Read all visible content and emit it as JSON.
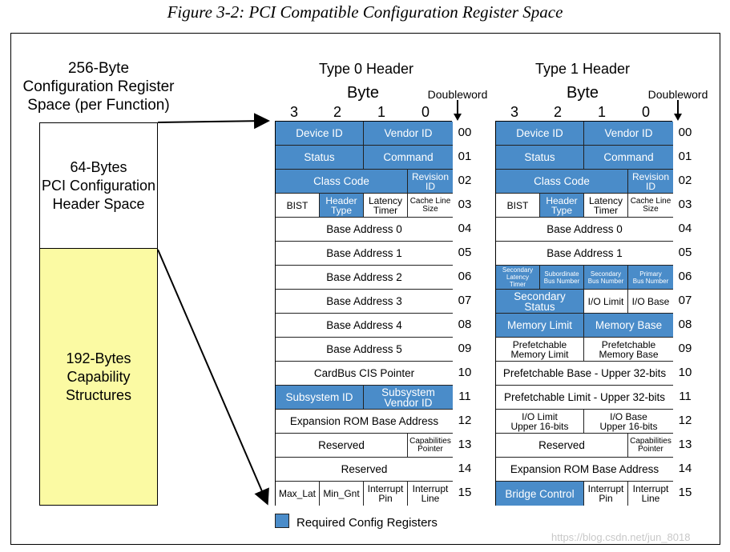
{
  "caption": "Figure 3-2: PCI Compatible Configuration Register Space",
  "left_title": "256-Byte\nConfiguration Register\nSpace (per Function)",
  "left_header_box": "64-Bytes\nPCI Configuration\nHeader Space",
  "left_cap_box": "192-Bytes\nCapability\nStructures",
  "colors": {
    "required": "#4a8cc9",
    "capability": "#fbfaa3"
  },
  "byte_label": "Byte",
  "dw_label": "Doubleword",
  "byte_nums": [
    "3",
    "2",
    "1",
    "0"
  ],
  "dw_nums": [
    "00",
    "01",
    "02",
    "03",
    "04",
    "05",
    "06",
    "07",
    "08",
    "09",
    "10",
    "11",
    "12",
    "13",
    "14",
    "15"
  ],
  "type0": {
    "title": "Type 0 Header",
    "rows": [
      [
        {
          "t": "Device ID",
          "s": 2,
          "r": 1
        },
        {
          "t": "Vendor ID",
          "s": 2,
          "r": 1
        }
      ],
      [
        {
          "t": "Status",
          "s": 2,
          "r": 1
        },
        {
          "t": "Command",
          "s": 2,
          "r": 1
        }
      ],
      [
        {
          "t": "Class Code",
          "s": 3,
          "r": 1
        },
        {
          "t": "Revision\nID",
          "s": 1,
          "r": 1,
          "c": "sm"
        }
      ],
      [
        {
          "t": "BIST",
          "s": 1,
          "c": "sm"
        },
        {
          "t": "Header\nType",
          "s": 1,
          "r": 1,
          "c": "sm"
        },
        {
          "t": "Latency\nTimer",
          "s": 1,
          "c": "sm"
        },
        {
          "t": "Cache Line\nSize",
          "s": 1,
          "c": "xs"
        }
      ],
      [
        {
          "t": "Base Address 0",
          "s": 4
        }
      ],
      [
        {
          "t": "Base Address 1",
          "s": 4
        }
      ],
      [
        {
          "t": "Base Address 2",
          "s": 4
        }
      ],
      [
        {
          "t": "Base Address 3",
          "s": 4
        }
      ],
      [
        {
          "t": "Base Address 4",
          "s": 4
        }
      ],
      [
        {
          "t": "Base Address 5",
          "s": 4
        }
      ],
      [
        {
          "t": "CardBus CIS Pointer",
          "s": 4
        }
      ],
      [
        {
          "t": "Subsystem ID",
          "s": 2,
          "r": 1
        },
        {
          "t": "Subsystem\nVendor ID",
          "s": 2,
          "r": 1
        }
      ],
      [
        {
          "t": "Expansion ROM Base Address",
          "s": 4
        }
      ],
      [
        {
          "t": "Reserved",
          "s": 3
        },
        {
          "t": "Capabilities\nPointer",
          "s": 1,
          "c": "xs"
        }
      ],
      [
        {
          "t": "Reserved",
          "s": 4
        }
      ],
      [
        {
          "t": "Max_Lat",
          "s": 1,
          "c": "sm"
        },
        {
          "t": "Min_Gnt",
          "s": 1,
          "c": "sm"
        },
        {
          "t": "Interrupt\nPin",
          "s": 1,
          "c": "sm"
        },
        {
          "t": "Interrupt\nLine",
          "s": 1,
          "c": "sm"
        }
      ]
    ]
  },
  "type1": {
    "title": "Type 1 Header",
    "rows": [
      [
        {
          "t": "Device ID",
          "s": 2,
          "r": 1
        },
        {
          "t": "Vendor ID",
          "s": 2,
          "r": 1
        }
      ],
      [
        {
          "t": "Status",
          "s": 2,
          "r": 1
        },
        {
          "t": "Command",
          "s": 2,
          "r": 1
        }
      ],
      [
        {
          "t": "Class Code",
          "s": 3,
          "r": 1
        },
        {
          "t": "Revision\nID",
          "s": 1,
          "r": 1,
          "c": "sm"
        }
      ],
      [
        {
          "t": "BIST",
          "s": 1,
          "c": "sm"
        },
        {
          "t": "Header\nType",
          "s": 1,
          "r": 1,
          "c": "sm"
        },
        {
          "t": "Latency\nTimer",
          "s": 1,
          "c": "sm"
        },
        {
          "t": "Cache Line\nSize",
          "s": 1,
          "c": "xs"
        }
      ],
      [
        {
          "t": "Base Address 0",
          "s": 4
        }
      ],
      [
        {
          "t": "Base Address 1",
          "s": 4
        }
      ],
      [
        {
          "t": "Secondary\nLatency Timer",
          "s": 1,
          "r": 1,
          "c": "xxs"
        },
        {
          "t": "Subordinate\nBus Number",
          "s": 1,
          "r": 1,
          "c": "xxs"
        },
        {
          "t": "Secondary\nBus Number",
          "s": 1,
          "r": 1,
          "c": "xxs"
        },
        {
          "t": "Primary\nBus Number",
          "s": 1,
          "r": 1,
          "c": "xxs"
        }
      ],
      [
        {
          "t": "Secondary Status",
          "s": 2,
          "r": 1
        },
        {
          "t": "I/O Limit",
          "s": 1,
          "c": "sm"
        },
        {
          "t": "I/O Base",
          "s": 1,
          "c": "sm"
        }
      ],
      [
        {
          "t": "Memory Limit",
          "s": 2,
          "r": 1
        },
        {
          "t": "Memory Base",
          "s": 2,
          "r": 1
        }
      ],
      [
        {
          "t": "Prefetchable\nMemory Limit",
          "s": 2,
          "c": "sm"
        },
        {
          "t": "Prefetchable\nMemory Base",
          "s": 2,
          "c": "sm"
        }
      ],
      [
        {
          "t": "Prefetchable Base - Upper 32-bits",
          "s": 4
        }
      ],
      [
        {
          "t": "Prefetchable Limit - Upper 32-bits",
          "s": 4
        }
      ],
      [
        {
          "t": "I/O Limit\nUpper 16-bits",
          "s": 2,
          "c": "sm"
        },
        {
          "t": "I/O Base\nUpper 16-bits",
          "s": 2,
          "c": "sm"
        }
      ],
      [
        {
          "t": "Reserved",
          "s": 3
        },
        {
          "t": "Capabilities\nPointer",
          "s": 1,
          "c": "xs"
        }
      ],
      [
        {
          "t": "Expansion ROM Base Address",
          "s": 4
        }
      ],
      [
        {
          "t": "Bridge Control",
          "s": 2,
          "r": 1
        },
        {
          "t": "Interrupt\nPin",
          "s": 1,
          "c": "sm"
        },
        {
          "t": "Interrupt\nLine",
          "s": 1,
          "c": "sm"
        }
      ]
    ]
  },
  "legend": "Required Config Registers",
  "watermark": "https://blog.csdn.net/jun_8018"
}
